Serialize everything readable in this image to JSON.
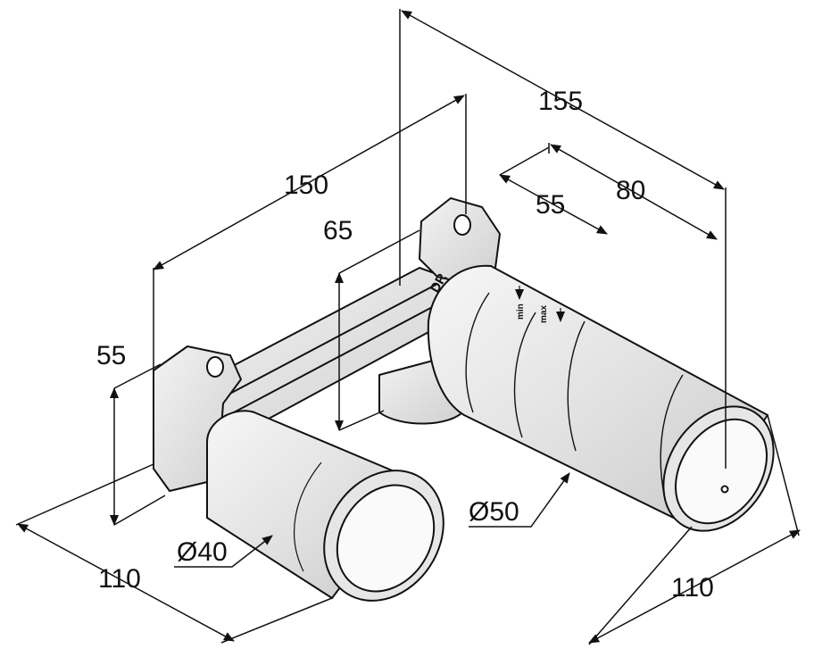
{
  "dimensions": {
    "d155": "155",
    "d150": "150",
    "d80": "80",
    "d65": "65",
    "d55_top": "55",
    "d55_left": "55",
    "d110_left": "110",
    "d110_right": "110",
    "dia50": "Ø50",
    "dia40": "Ø40"
  },
  "markings": {
    "body_mark": "DR",
    "gauge_left": "min",
    "gauge_right": "max"
  }
}
